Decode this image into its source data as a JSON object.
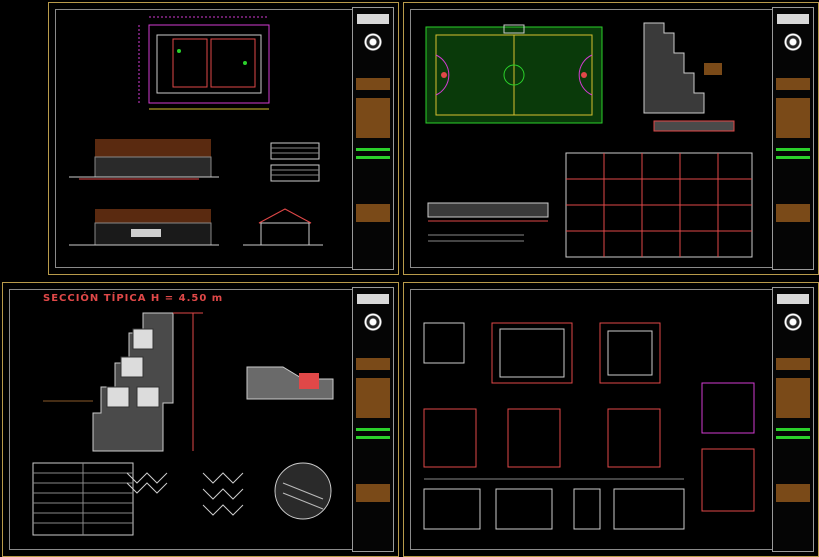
{
  "sheets": {
    "architecture": {
      "label": "architecture-sheet"
    },
    "court": {
      "label": "sports-court-sheet"
    },
    "retaining_wall": {
      "heading": "SECCIÓN TÍPICA H = 4.50 m"
    },
    "structural": {
      "label": "structural-details-sheet"
    }
  },
  "colors": {
    "sheet_border": "#b89a4a",
    "cad_red": "#e04848",
    "cad_magenta": "#d23cd2",
    "cad_green": "#2bd12b",
    "cad_yellow": "#d8c030",
    "cad_brown": "#7a4a18"
  },
  "icons": [
    "university-seal-icon",
    "title-block-logo-icon"
  ]
}
